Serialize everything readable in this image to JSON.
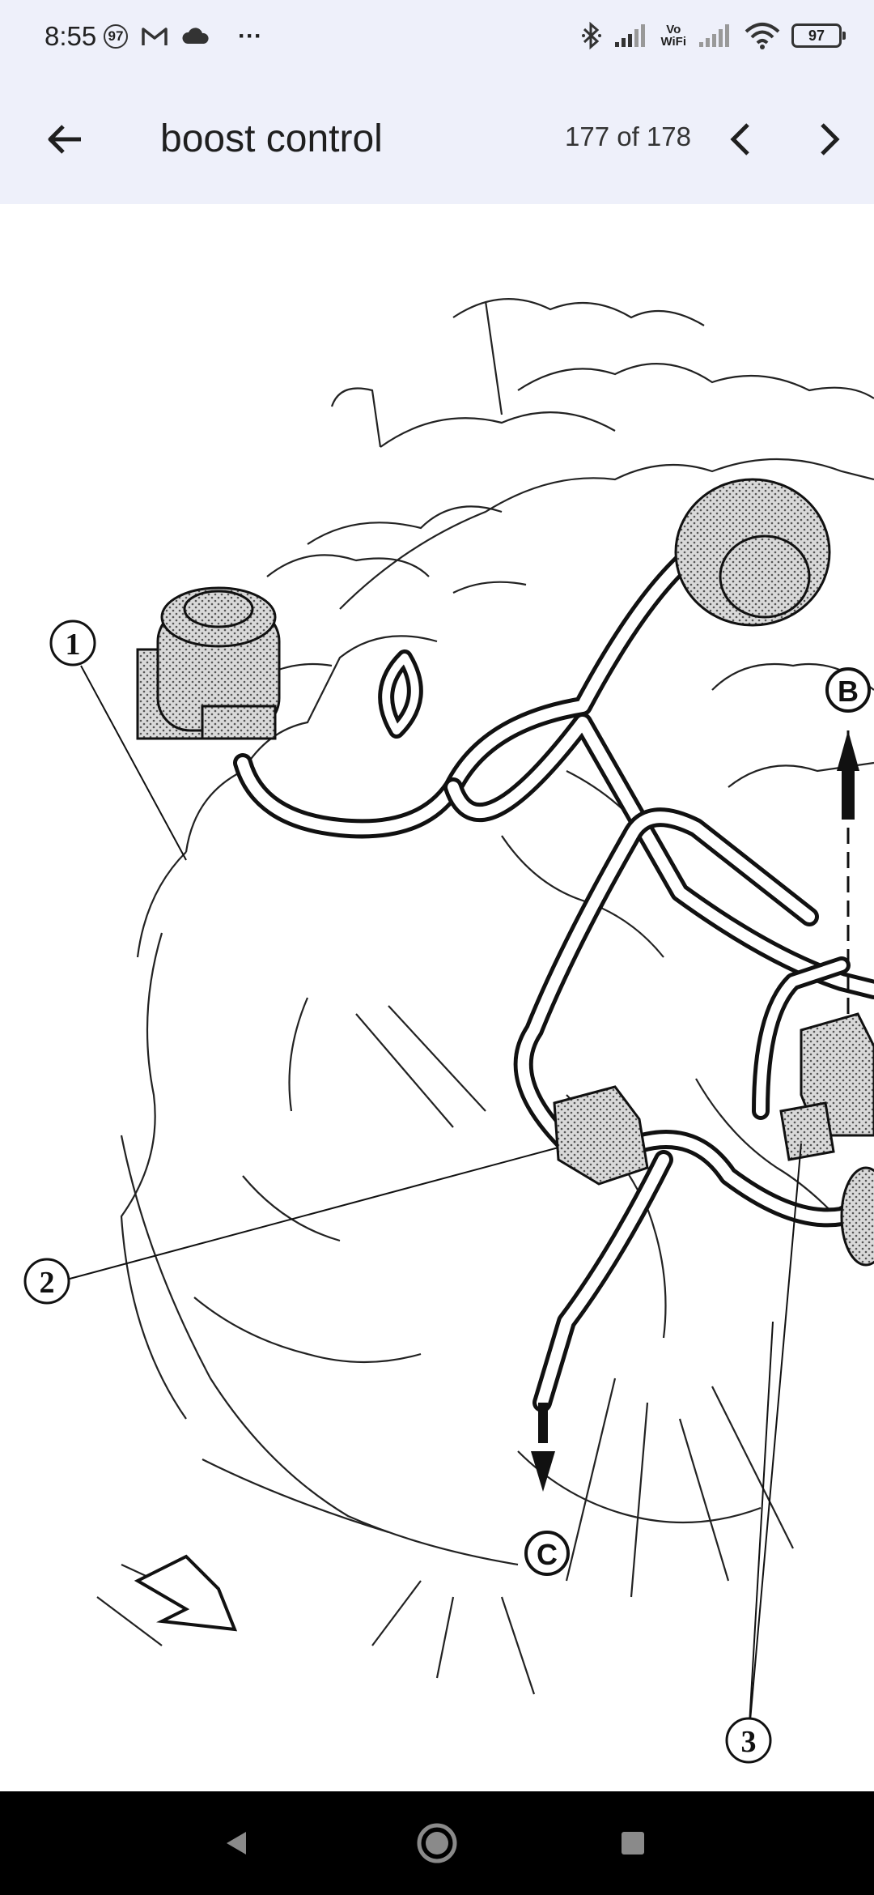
{
  "status_bar": {
    "time": "8:55",
    "notification_badge": "97",
    "more": "···",
    "vowifi": "Vo\nWiFi",
    "battery": "97"
  },
  "app_bar": {
    "title": "boost control",
    "counter": "177 of 178"
  },
  "diagram": {
    "callout_1": "1",
    "callout_2": "2",
    "callout_3": "3",
    "label_b": "B",
    "label_c": "C"
  },
  "colors": {
    "app_bar_bg": "#eef0fa",
    "nav_bar_bg": "#000000"
  }
}
